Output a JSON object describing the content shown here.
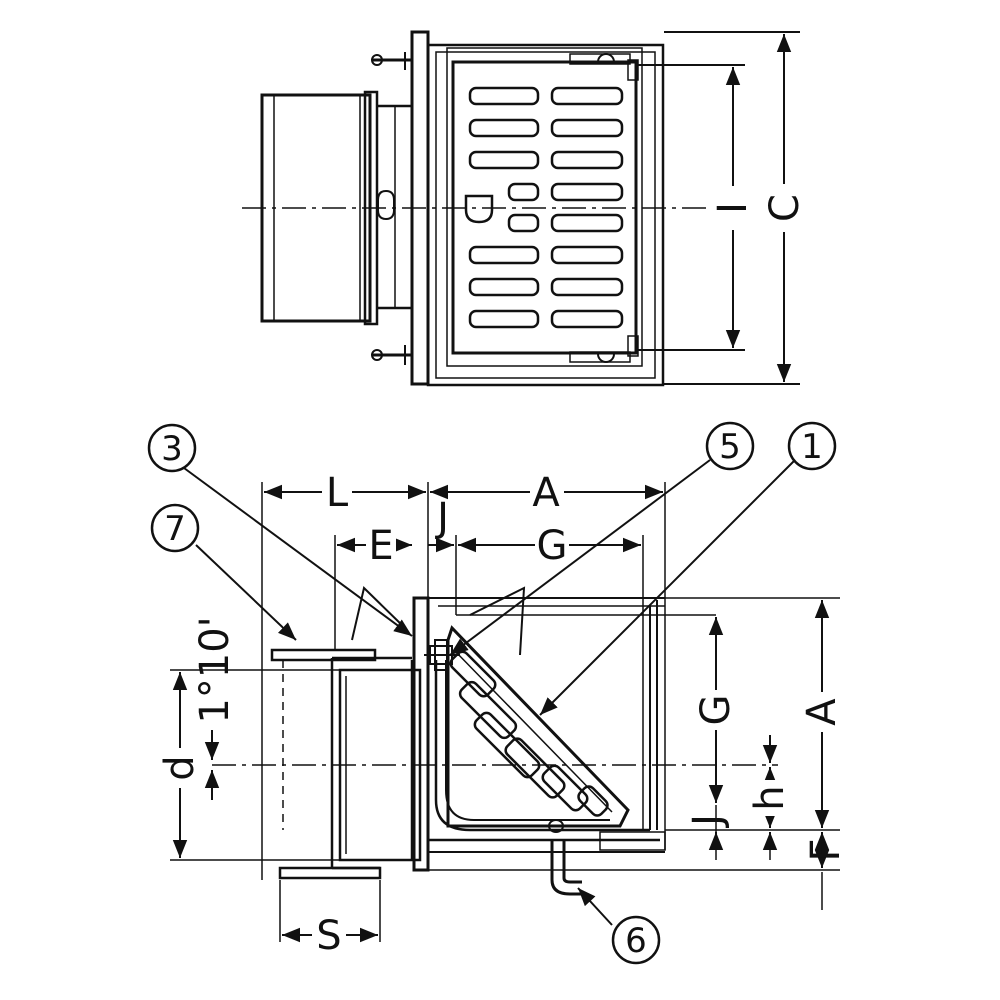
{
  "dimension_labels": {
    "C": "C",
    "I": "I",
    "L": "L",
    "A_top": "A",
    "E": "E",
    "J_top": "J",
    "G_top": "G",
    "G_right": "G",
    "A_right": "A",
    "h": "h",
    "J_right": "J",
    "F": "F",
    "d": "d",
    "S": "S",
    "angle": "1°10'"
  },
  "part_callouts": [
    "3",
    "7",
    "5",
    "1",
    "6"
  ]
}
